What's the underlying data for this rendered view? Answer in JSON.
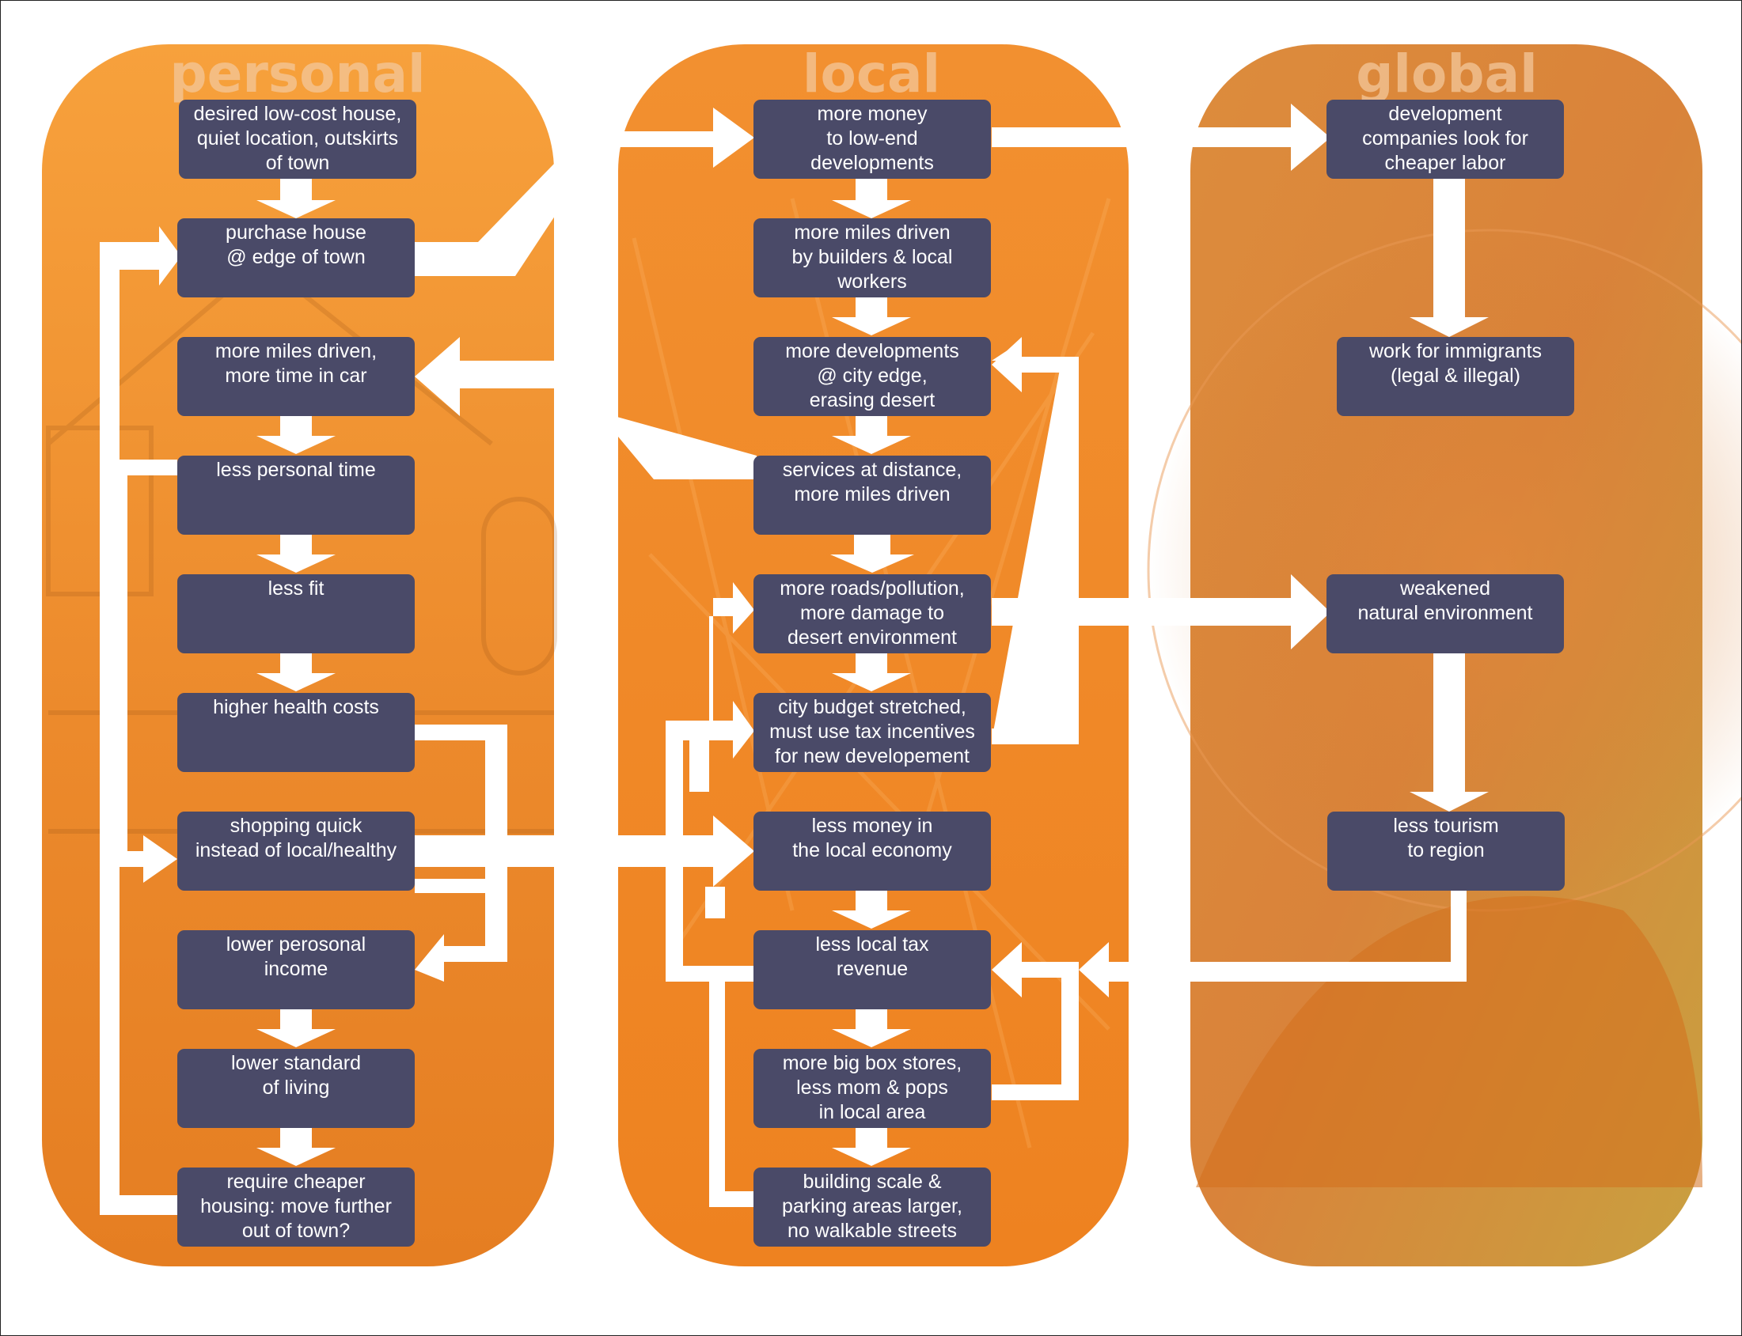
{
  "columns": {
    "personal": "personal",
    "local": "local",
    "global": "global"
  },
  "nodes": {
    "p1": "desired low-cost house,\nquiet location, outskirts\nof town",
    "p2": "purchase house\n@ edge of town",
    "p3": "more miles driven,\nmore time in car",
    "p4": "less personal time",
    "p5": "less fit",
    "p6": "higher health costs",
    "p7": "shopping quick\ninstead of local/healthy",
    "p8": "lower perosonal\nincome",
    "p9": "lower standard\nof living",
    "p10": "require cheaper\nhousing: move further\nout of town?",
    "l1": "more money\nto low-end\ndevelopments",
    "l2": "more miles driven\nby builders & local\nworkers",
    "l3": "more developments\n@ city edge,\nerasing desert",
    "l4": "services at distance,\nmore miles driven",
    "l5": "more roads/pollution,\nmore damage to\ndesert environment",
    "l6": "city budget stretched,\nmust use tax incentives\nfor new developement",
    "l7": "less money in\nthe local economy",
    "l8": "less local tax\nrevenue",
    "l9": "more big box stores,\nless mom & pops\nin local area",
    "l10": "building scale &\nparking areas larger,\nno walkable streets",
    "g1": "development\ncompanies look for\ncheaper labor",
    "g2": "work for immigrants\n(legal & illegal)",
    "g3": "weakened\nnatural environment",
    "g4": "less tourism\nto region"
  },
  "colors": {
    "panel_personal": "#f39a32",
    "panel_local": "#f0861f",
    "panel_global": "#dc8a3a",
    "node_fill": "#4a4a68",
    "arrow": "#ffffff",
    "title_fill": "#f4c79a"
  }
}
